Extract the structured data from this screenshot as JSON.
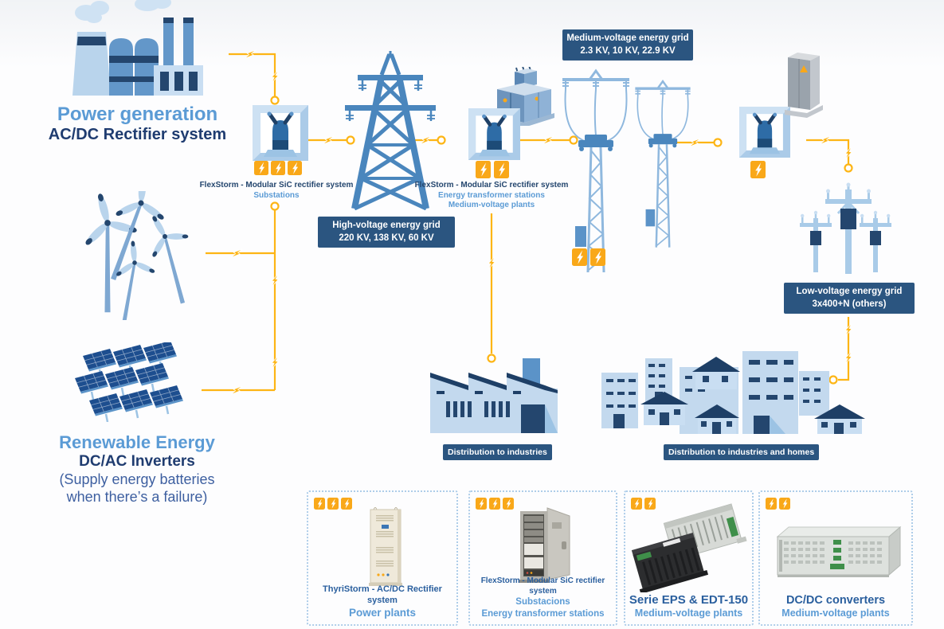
{
  "sections": {
    "power_generation": {
      "title": "Power generation",
      "subtitle": "AC/DC Rectifier system"
    },
    "renewable_energy": {
      "title": "Renewable Energy",
      "subtitle": "DC/AC Inverters",
      "note_line1": "(Supply energy batteries",
      "note_line2": "when there’s a failure)"
    }
  },
  "grid_badges": {
    "high_voltage": {
      "line1": "High-voltage energy grid",
      "line2": "220 KV, 138 KV, 60 KV"
    },
    "medium_voltage": {
      "line1": "Medium-voltage energy grid",
      "line2": "2.3 KV, 10 KV, 22.9 KV"
    },
    "low_voltage": {
      "line1": "Low-voltage energy grid",
      "line2": "3x400+N (others)"
    }
  },
  "equipment_labels": {
    "substation": {
      "line1": "FlexStorm - Modular SiC rectifier system",
      "line2": "Substations"
    },
    "transformer_station": {
      "line1": "FlexStorm - Modular SiC rectifier system",
      "line2": "Energy transformer stations",
      "line3": "Medium-voltage plants"
    }
  },
  "distribution_badges": {
    "industries": "Distribution to industries",
    "industries_and_homes": "Distribution to industries and homes"
  },
  "products": [
    {
      "title": "ThyriStorm - AC/DC Rectifier system",
      "subtitle1": "Power plants",
      "bolt_count": 3
    },
    {
      "title": "FlexStorm - Modular SiC rectifier system",
      "subtitle1": "Substacions",
      "subtitle2": "Energy transformer stations",
      "bolt_count": 3
    },
    {
      "title": "Serie EPS & EDT-150",
      "subtitle1": "Medium-voltage plants",
      "bolt_count": 2
    },
    {
      "title": "DC/DC converters",
      "subtitle1": "Medium-voltage plants",
      "bolt_count": 2
    }
  ],
  "colors": {
    "badge_navy": "#2b5580",
    "wire_amber": "#fdb515",
    "bolt_badge_amber": "#f9a819",
    "steel_blue": "#4a86bd",
    "light_blue": "#c3d9ee",
    "title_blue": "#5b9bd5",
    "title_navy": "#1f3c70",
    "note_blue": "#3d5fa0",
    "label_navy": "#24466e",
    "label_blue": "#5b9bd5"
  }
}
